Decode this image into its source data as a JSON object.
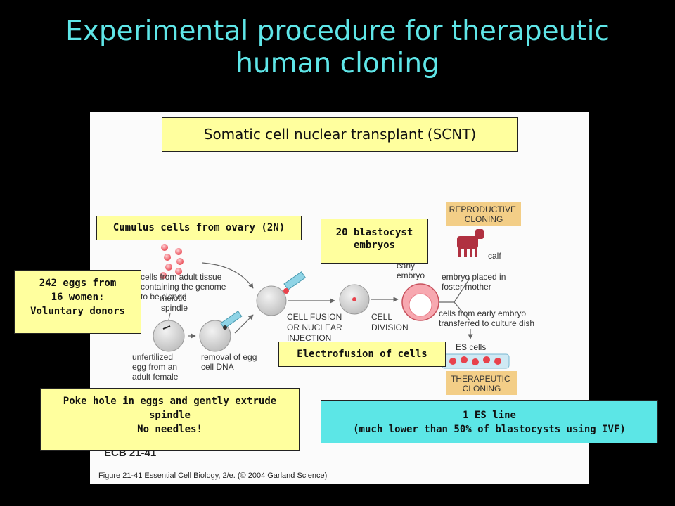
{
  "slide": {
    "title_line1": "Experimental procedure for therapeutic",
    "title_line2": "human cloning"
  },
  "callouts": {
    "scnt": "Somatic cell nuclear transplant (SCNT)",
    "cumulus": "Cumulus cells from ovary (2N)",
    "blastocyst_line1": "20 blastocyst",
    "blastocyst_line2": "embryos",
    "eggs_line1": "242 eggs from",
    "eggs_line2": "16 women:",
    "eggs_line3": "Voluntary donors",
    "electrofusion": "Electrofusion of cells",
    "poke_line1": "Poke hole in eggs and gently extrude",
    "poke_line2": "spindle",
    "poke_line3": "No needles!",
    "esline_line1": "1 ES line",
    "esline_line2": "(much lower than 50% of blastocysts using IVF)"
  },
  "figure": {
    "cells_adult_line1": "cells from adult tissue",
    "cells_adult_line2": "containing the genome",
    "cells_adult_line3": "to be cloned",
    "meiotic_line1": "meiotic",
    "meiotic_line2": "spindle",
    "unfertilized_line1": "unfertilized",
    "unfertilized_line2": "egg from an",
    "unfertilized_line3": "adult female",
    "removal_line1": "removal of egg",
    "removal_line2": "cell DNA",
    "fusion_line1": "CELL FUSION",
    "fusion_line2": "OR NUCLEAR",
    "fusion_line3": "INJECTION",
    "division_line1": "CELL",
    "division_line2": "DIVISION",
    "early_line1": "early",
    "early_line2": "embryo",
    "placed_line1": "embryo placed in",
    "placed_line2": "foster mother",
    "transferred_line1": "cells from early embryo",
    "transferred_line2": "transferred to culture dish",
    "reproductive_line1": "REPRODUCTIVE",
    "reproductive_line2": "CLONING",
    "calf": "calf",
    "es_cells": "ES cells",
    "therapeutic_line1": "THERAPEUTIC",
    "therapeutic_line2": "CLONING",
    "ecb": "ECB 21-41",
    "caption": "Figure 21-41  Essential Cell Biology, 2/e. (© 2004 Garland Science)"
  },
  "colors": {
    "title": "#5fe6e8",
    "yellow_box": "#ffff9e",
    "cyan_box": "#5ce6e6",
    "orange_label": "#f3ce87",
    "cell_red": "#e8424c",
    "calf_red": "#b03040"
  }
}
